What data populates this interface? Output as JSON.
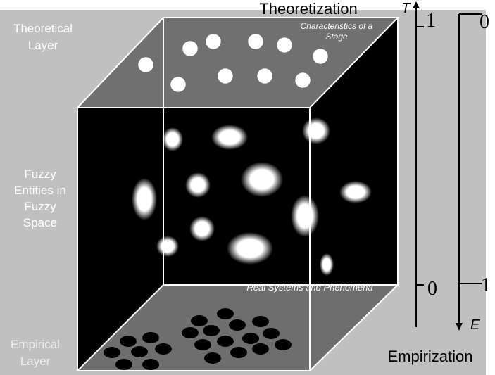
{
  "labels": {
    "theoretical_layer": [
      "Theoretical",
      "Layer"
    ],
    "fuzzy_entities": [
      "Fuzzy",
      "Entities in",
      "Fuzzy",
      "Space"
    ],
    "empirical_layer": [
      "Empirical",
      "Layer"
    ],
    "top_face": [
      "Characteristics of a",
      "Stage"
    ],
    "bottom_face": "Real Systems and Phenomena",
    "theoretization": "Theoretization",
    "empirization": "Empirization"
  },
  "axes": {
    "t_axis": {
      "symbol": "T",
      "top_value": "1",
      "bottom_value": "0"
    },
    "e_axis": {
      "symbol": "E",
      "top_value": "0",
      "bottom_value": "1"
    }
  },
  "colors": {
    "background": "#c0c0c0",
    "top_face": "#707070",
    "bottom_face": "#6e6e6e",
    "interior": "#000000",
    "edge": "#ffffff"
  }
}
